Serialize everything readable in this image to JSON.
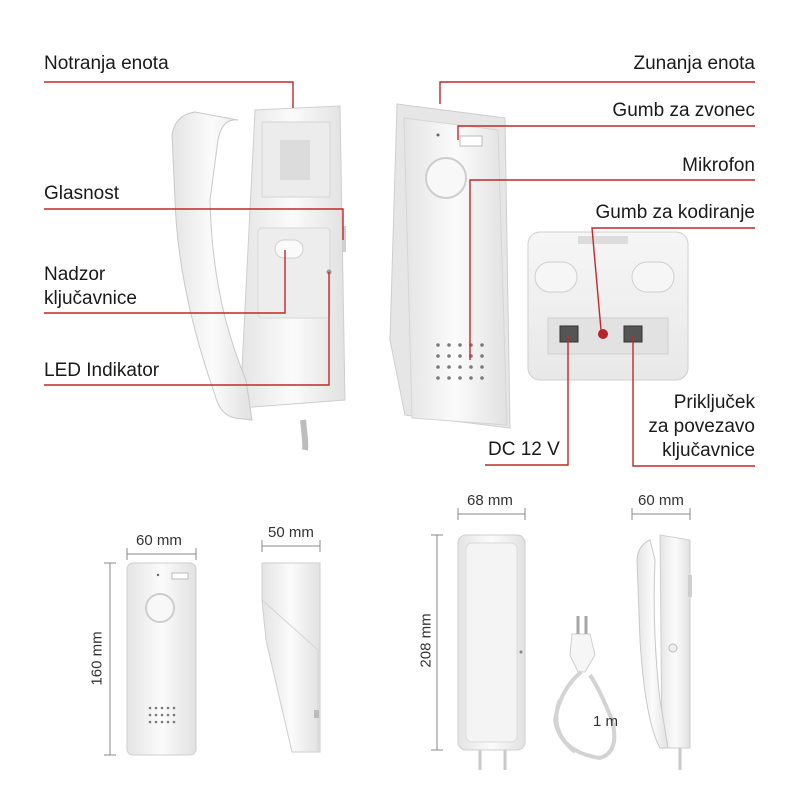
{
  "labels": {
    "notranja_enota": "Notranja enota",
    "zunanja_enota": "Zunanja enota",
    "gumb_za_zvonec": "Gumb za zvonec",
    "mikrofon": "Mikrofon",
    "glasnost": "Glasnost",
    "gumb_za_kodiranje": "Gumb za kodiranje",
    "nadzor_line1": "Nadzor",
    "nadzor_line2": "ključavnice",
    "led_indikator": "LED Indikator",
    "prikljucek_line1": "Priključek",
    "prikljucek_line2": "za povezavo",
    "prikljucek_line3": "ključavnice",
    "dc": "DC 12 V"
  },
  "dimensions": {
    "outdoor_width": "60 mm",
    "outdoor_depth": "50 mm",
    "outdoor_height": "160 mm",
    "indoor_width": "68 mm",
    "indoor_height": "208 mm",
    "indoor_depth": "60 mm",
    "cable_length": "1 m"
  },
  "colors": {
    "leader": "#c0282d",
    "device": "#f3f3f3",
    "outline": "#cfcfcf"
  }
}
